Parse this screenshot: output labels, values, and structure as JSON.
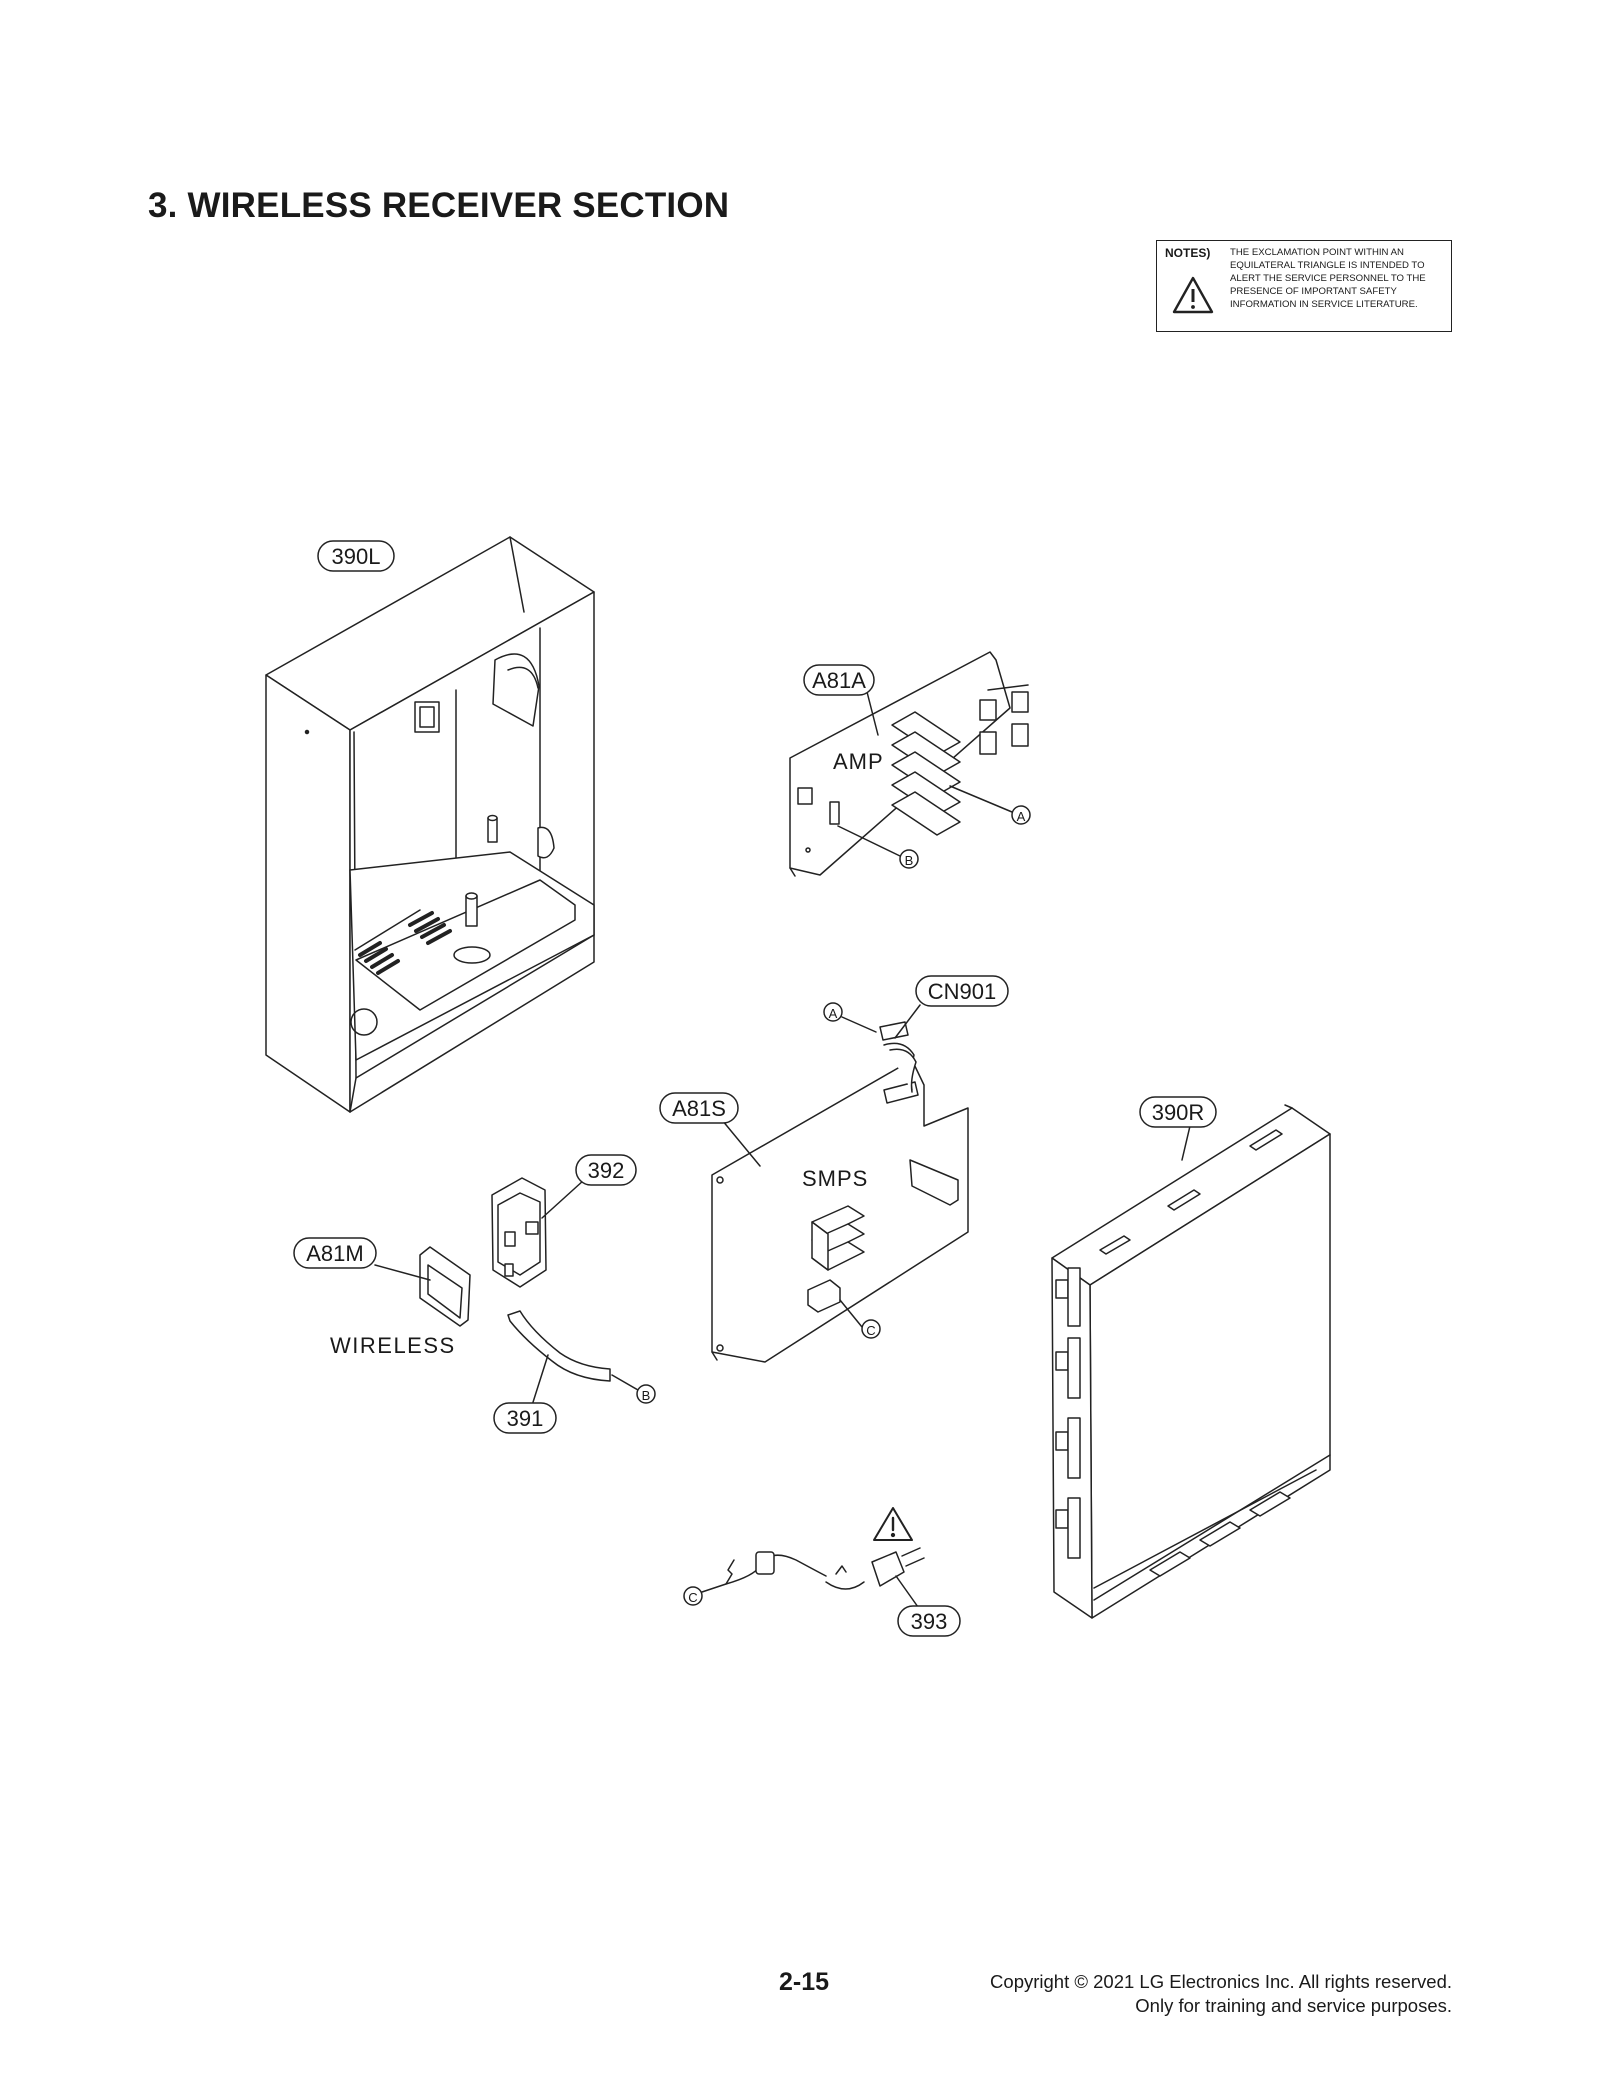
{
  "title": "3. WIRELESS RECEIVER SECTION",
  "notes": {
    "label": "NOTES)",
    "text": "THE EXCLAMATION POINT WITHIN AN EQUILATERAL TRIANGLE IS INTENDED TO ALERT THE SERVICE PERSONNEL TO THE PRESENCE OF IMPORTANT SAFETY INFORMATION IN SERVICE LITERATURE.",
    "icon": "warning-triangle-icon"
  },
  "parts": {
    "p390L": "390L",
    "p390R": "390R",
    "a81a": "A81A",
    "cn901": "CN901",
    "a81s": "A81S",
    "a81m": "A81M",
    "p391": "391",
    "p392": "392",
    "p393": "393"
  },
  "board_labels": {
    "amp": "AMP",
    "smps": "SMPS",
    "wireless": "WIRELESS"
  },
  "connectors": {
    "a": "A",
    "b": "B",
    "c": "C"
  },
  "footer": {
    "page": "2-15",
    "copyright_line1": "Copyright © 2021 LG Electronics Inc. All rights reserved.",
    "copyright_line2": "Only for training and service purposes."
  }
}
